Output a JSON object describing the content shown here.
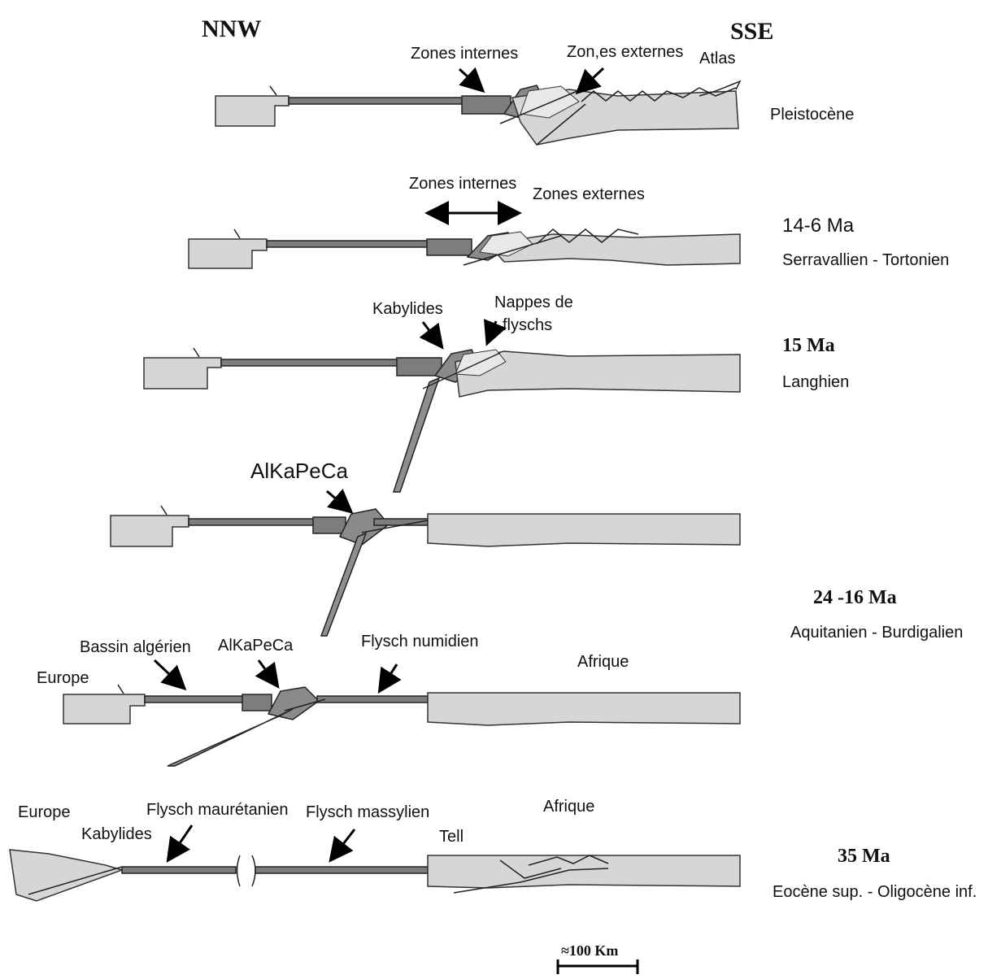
{
  "directions": {
    "left": "NNW",
    "right": "SSE"
  },
  "stages": [
    {
      "labels": [
        "Zones internes",
        "Zon,es externes",
        "Atlas"
      ],
      "period": "Pleistocène",
      "age": ""
    },
    {
      "labels": [
        "Zones internes",
        "Zones externes"
      ],
      "age": "14-6 Ma",
      "period": "Serravallien - Tortonien"
    },
    {
      "labels": [
        "Kabylides",
        "Nappes de",
        "flyschs"
      ],
      "age": "15 Ma",
      "period": "Langhien"
    },
    {
      "labels": [
        "AlKaPeCa"
      ],
      "age": "24 -16 Ma",
      "period": "Aquitanien - Burdigalien"
    },
    {
      "labels": [
        "Bassin algérien",
        "AlKaPeCa",
        "Flysch numidien",
        "Europe",
        "Afrique"
      ],
      "age": "",
      "period": ""
    },
    {
      "labels": [
        "Europe",
        "Kabylides",
        "Flysch maurétanien",
        "Flysch massylien",
        "Tell",
        "Afrique"
      ],
      "age": "35 Ma",
      "period": "Eocène sup. - Oligocène inf."
    }
  ],
  "scale": {
    "label": "≈100 Km"
  },
  "colors": {
    "continent": "#d6d6d6",
    "oceanic": "#7d7d7d",
    "wedge": "#8a8a8a"
  }
}
